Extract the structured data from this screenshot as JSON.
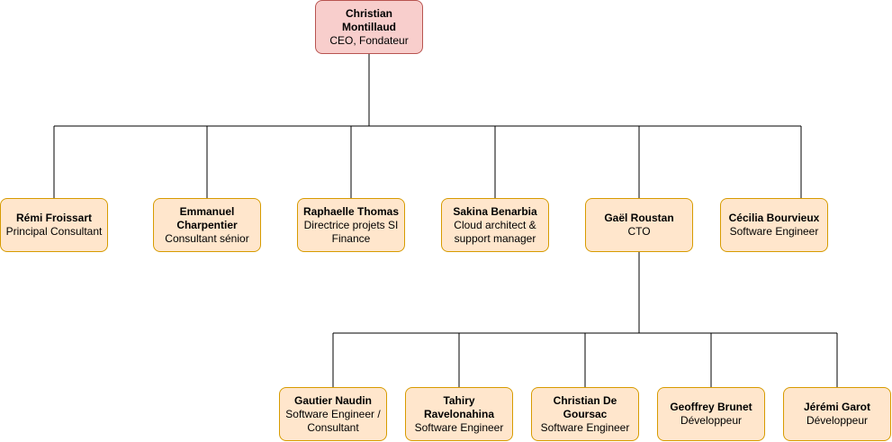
{
  "org_chart": {
    "ceo": {
      "name": "Christian Montillaud",
      "title": "CEO, Fondateur",
      "fill": "#f8cecc",
      "stroke": "#b85450"
    },
    "level1": [
      {
        "name": "Rémi Froissart",
        "title": "Principal Consultant"
      },
      {
        "name": "Emmanuel Charpentier",
        "title": "Consultant sénior"
      },
      {
        "name": "Raphaelle Thomas",
        "title": "Directrice projets SI Finance"
      },
      {
        "name": "Sakina Benarbia",
        "title": "Cloud architect & support manager"
      },
      {
        "name": "Gaël Roustan",
        "title": "CTO"
      },
      {
        "name": "Cécilia Bourvieux",
        "title": "Software Engineer"
      }
    ],
    "level2": [
      {
        "name": "Gautier Naudin",
        "title": "Software Engineer / Consultant"
      },
      {
        "name": "Tahiry Ravelonahina",
        "title": "Software Engineer"
      },
      {
        "name": "Christian De Goursac",
        "title": "Software Engineer"
      },
      {
        "name": "Geoffrey Brunet",
        "title": "Développeur"
      },
      {
        "name": "Jérémi Garot",
        "title": "Développeur"
      }
    ],
    "node_fill": "#ffe6cc",
    "node_stroke": "#d79b00"
  }
}
